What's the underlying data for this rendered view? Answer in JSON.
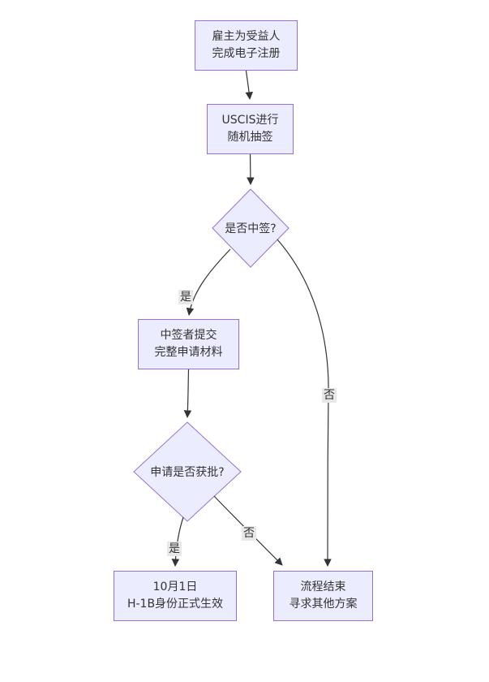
{
  "diagram": {
    "type": "flowchart",
    "direction": "top-down",
    "colors": {
      "node_fill": "#ECECFF",
      "node_border": "#9370DB",
      "edge": "#333333",
      "text": "#333333",
      "edge_label_bg": "#e8e8e8",
      "background": "#ffffff"
    },
    "nodes": {
      "register": {
        "shape": "rect",
        "lines": [
          "雇主为受益人",
          "完成电子注册"
        ]
      },
      "lottery": {
        "shape": "rect",
        "lines": [
          "USCIS进行",
          "随机抽签"
        ]
      },
      "is_selected": {
        "shape": "diamond",
        "lines": [
          "是否中签?"
        ]
      },
      "submit": {
        "shape": "rect",
        "lines": [
          "中签者提交",
          "完整申请材料"
        ]
      },
      "is_approved": {
        "shape": "diamond",
        "lines": [
          "申请是否获批?"
        ]
      },
      "effective": {
        "shape": "rect",
        "lines": [
          "10月1日",
          "H-1B身份正式生效"
        ]
      },
      "end_process": {
        "shape": "rect",
        "lines": [
          "流程结束",
          "寻求其他方案"
        ]
      }
    },
    "edges": [
      {
        "from": "register",
        "to": "lottery",
        "label": ""
      },
      {
        "from": "lottery",
        "to": "is_selected",
        "label": ""
      },
      {
        "from": "is_selected",
        "to": "submit",
        "label": "是"
      },
      {
        "from": "is_selected",
        "to": "end_process",
        "label": "否"
      },
      {
        "from": "submit",
        "to": "is_approved",
        "label": ""
      },
      {
        "from": "is_approved",
        "to": "effective",
        "label": "是"
      },
      {
        "from": "is_approved",
        "to": "end_process",
        "label": "否"
      }
    ]
  }
}
